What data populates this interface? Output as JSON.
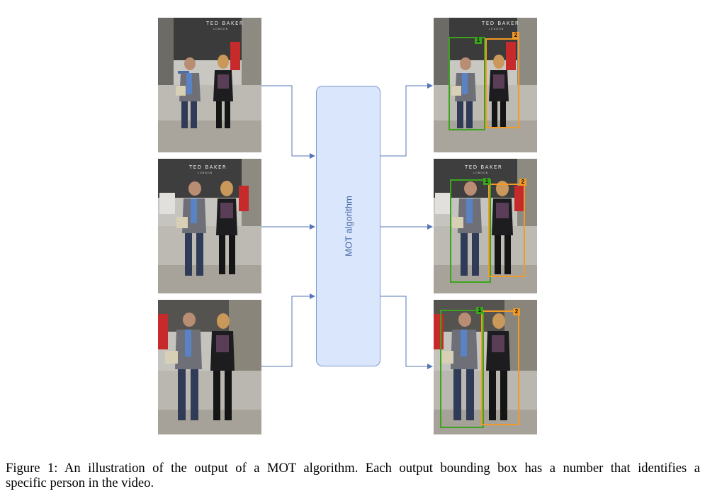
{
  "sign": {
    "brand": "TED BAKER",
    "city": "LONDON"
  },
  "algorithm_box": {
    "label": "MOT algorithm"
  },
  "track_ids": {
    "person_1": "1",
    "person_2": "2"
  },
  "colors": {
    "track_1": "#3aa51c",
    "track_2": "#f39a26",
    "box_fill": "#dae6fb",
    "box_border": "#7a9ad2",
    "arrow": "#5577b8"
  },
  "caption": {
    "line1": "Figure 1: An illustration of the output of a MOT algorithm. Each output bounding box has a number that identifies a",
    "line2": "specific person in the video."
  }
}
